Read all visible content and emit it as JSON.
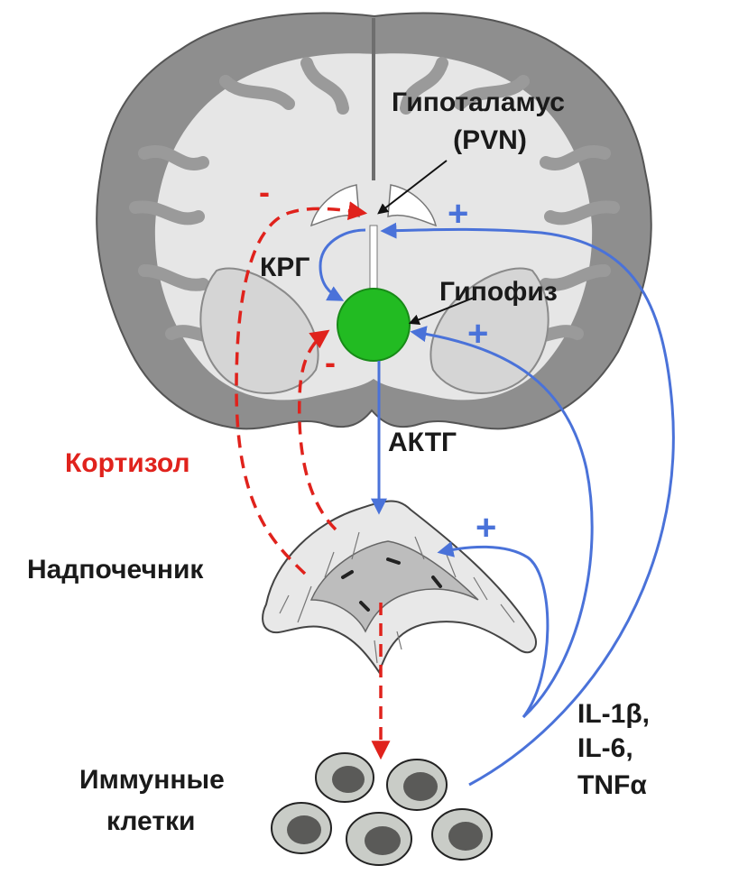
{
  "labels": {
    "hypothalamus_line1": "Гипоталамус",
    "hypothalamus_line2": "(PVN)",
    "crh": "КРГ",
    "pituitary": "Гипофиз",
    "acth": "АКТГ",
    "cortisol": "Кортизол",
    "adrenal": "Надпочечник",
    "immune_line1": "Иммунные",
    "immune_line2": "клетки",
    "cytokines_line1": "IL-1β,",
    "cytokines_line2": "IL-6,",
    "cytokines_line3": "TNFα"
  },
  "signs": {
    "minus_hypothalamus": "-",
    "minus_pituitary": "-",
    "plus_hypothalamus": "+",
    "plus_pituitary": "+",
    "plus_adrenal": "+"
  },
  "colors": {
    "inhibition": "#e0221c",
    "stimulation": "#4a72d9",
    "pituitary": "#22bb22",
    "brain_gray": "#8e8e8e",
    "brain_white": "#e6e6e6",
    "adrenal_fill": "#e8e8e8",
    "cell_outer": "#c9ccc7",
    "cell_inner": "#5a5a58"
  }
}
